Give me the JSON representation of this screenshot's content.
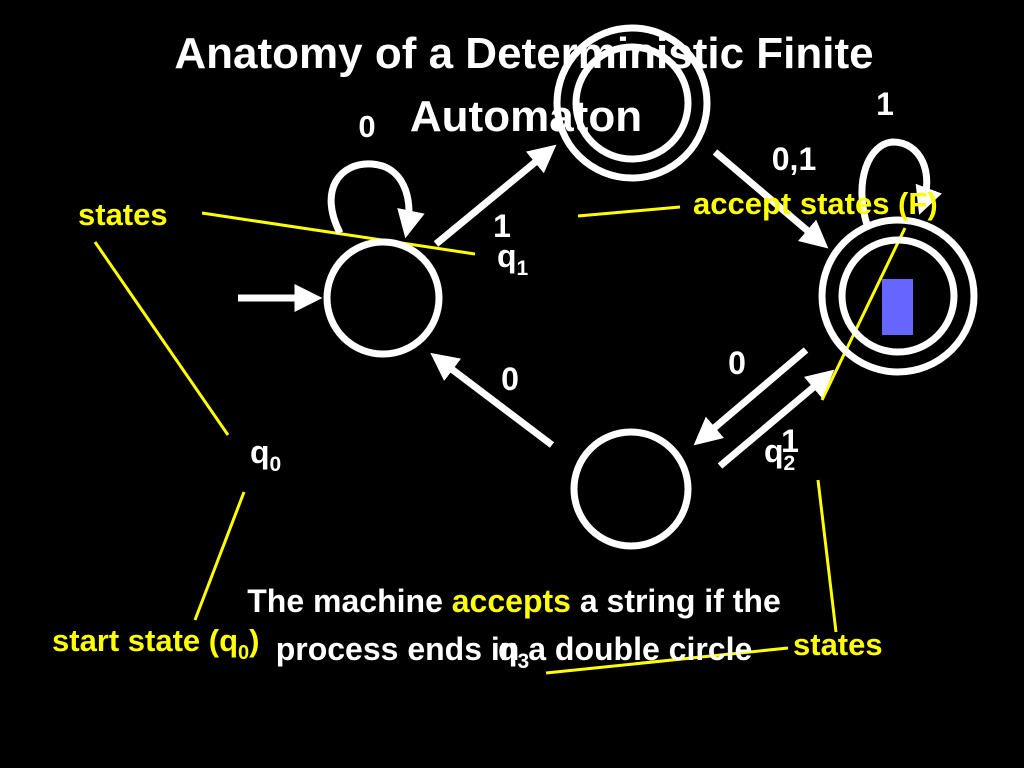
{
  "slide": {
    "title_line1": "Anatomy of a Deterministic Finite",
    "title_line2": "Automaton"
  },
  "states": {
    "q0": {
      "letter": "q",
      "sub": "0"
    },
    "q1": {
      "letter": "q",
      "sub": "1"
    },
    "q2": {
      "letter": "q",
      "sub": "2"
    },
    "q3": {
      "letter": "q",
      "sub": "3"
    }
  },
  "transitions": {
    "q0_self": "0",
    "q0_to_q1": "1",
    "q1_to_q2": "0,1",
    "q2_self": "1",
    "q2_to_q3": "0",
    "q3_to_q0": "0",
    "q3_to_q2": "1"
  },
  "annotations": {
    "states_left": "states",
    "accept_states": "accept states (F)",
    "start_state_prefix": "start state (q",
    "start_state_sub": "0",
    "start_state_suffix": ")",
    "states_right": "states"
  },
  "caption": {
    "part1": "The machine ",
    "highlight": "accepts",
    "part2": " a string if the",
    "line2": "process ends in a double circle"
  },
  "colors": {
    "background": "#000000",
    "foreground": "#ffffff",
    "annotation": "#ffff00",
    "cursor": "#6666ff"
  }
}
